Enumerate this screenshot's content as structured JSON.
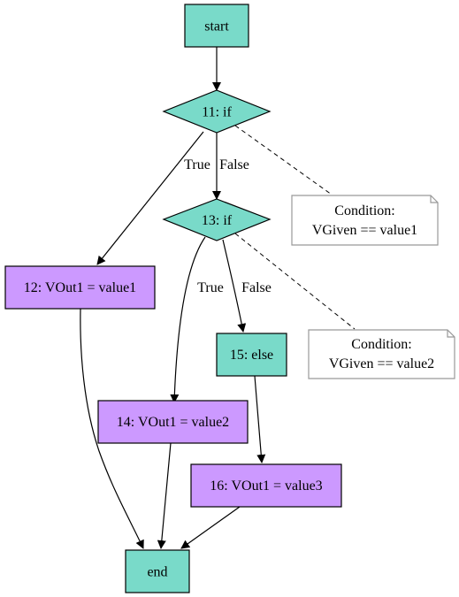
{
  "colors": {
    "control": "#79dac9",
    "assign": "#cc99ff",
    "note_fill": "#ffffff",
    "note_stroke": "#999999",
    "stroke": "#000000"
  },
  "nodes": {
    "start": "start",
    "if11": "11: if",
    "if13": "13: if",
    "assign12": "12: VOut1 = value1",
    "else15": "15: else",
    "assign14": "14: VOut1 = value2",
    "assign16": "16: VOut1 = value3",
    "end": "end"
  },
  "notes": {
    "note1": {
      "line1": "Condition:",
      "line2": "VGiven == value1"
    },
    "note2": {
      "line1": "Condition:",
      "line2": "VGiven == value2"
    }
  },
  "edges": {
    "if11_true": "True",
    "if11_false": "False",
    "if13_true": "True",
    "if13_false": "False"
  }
}
